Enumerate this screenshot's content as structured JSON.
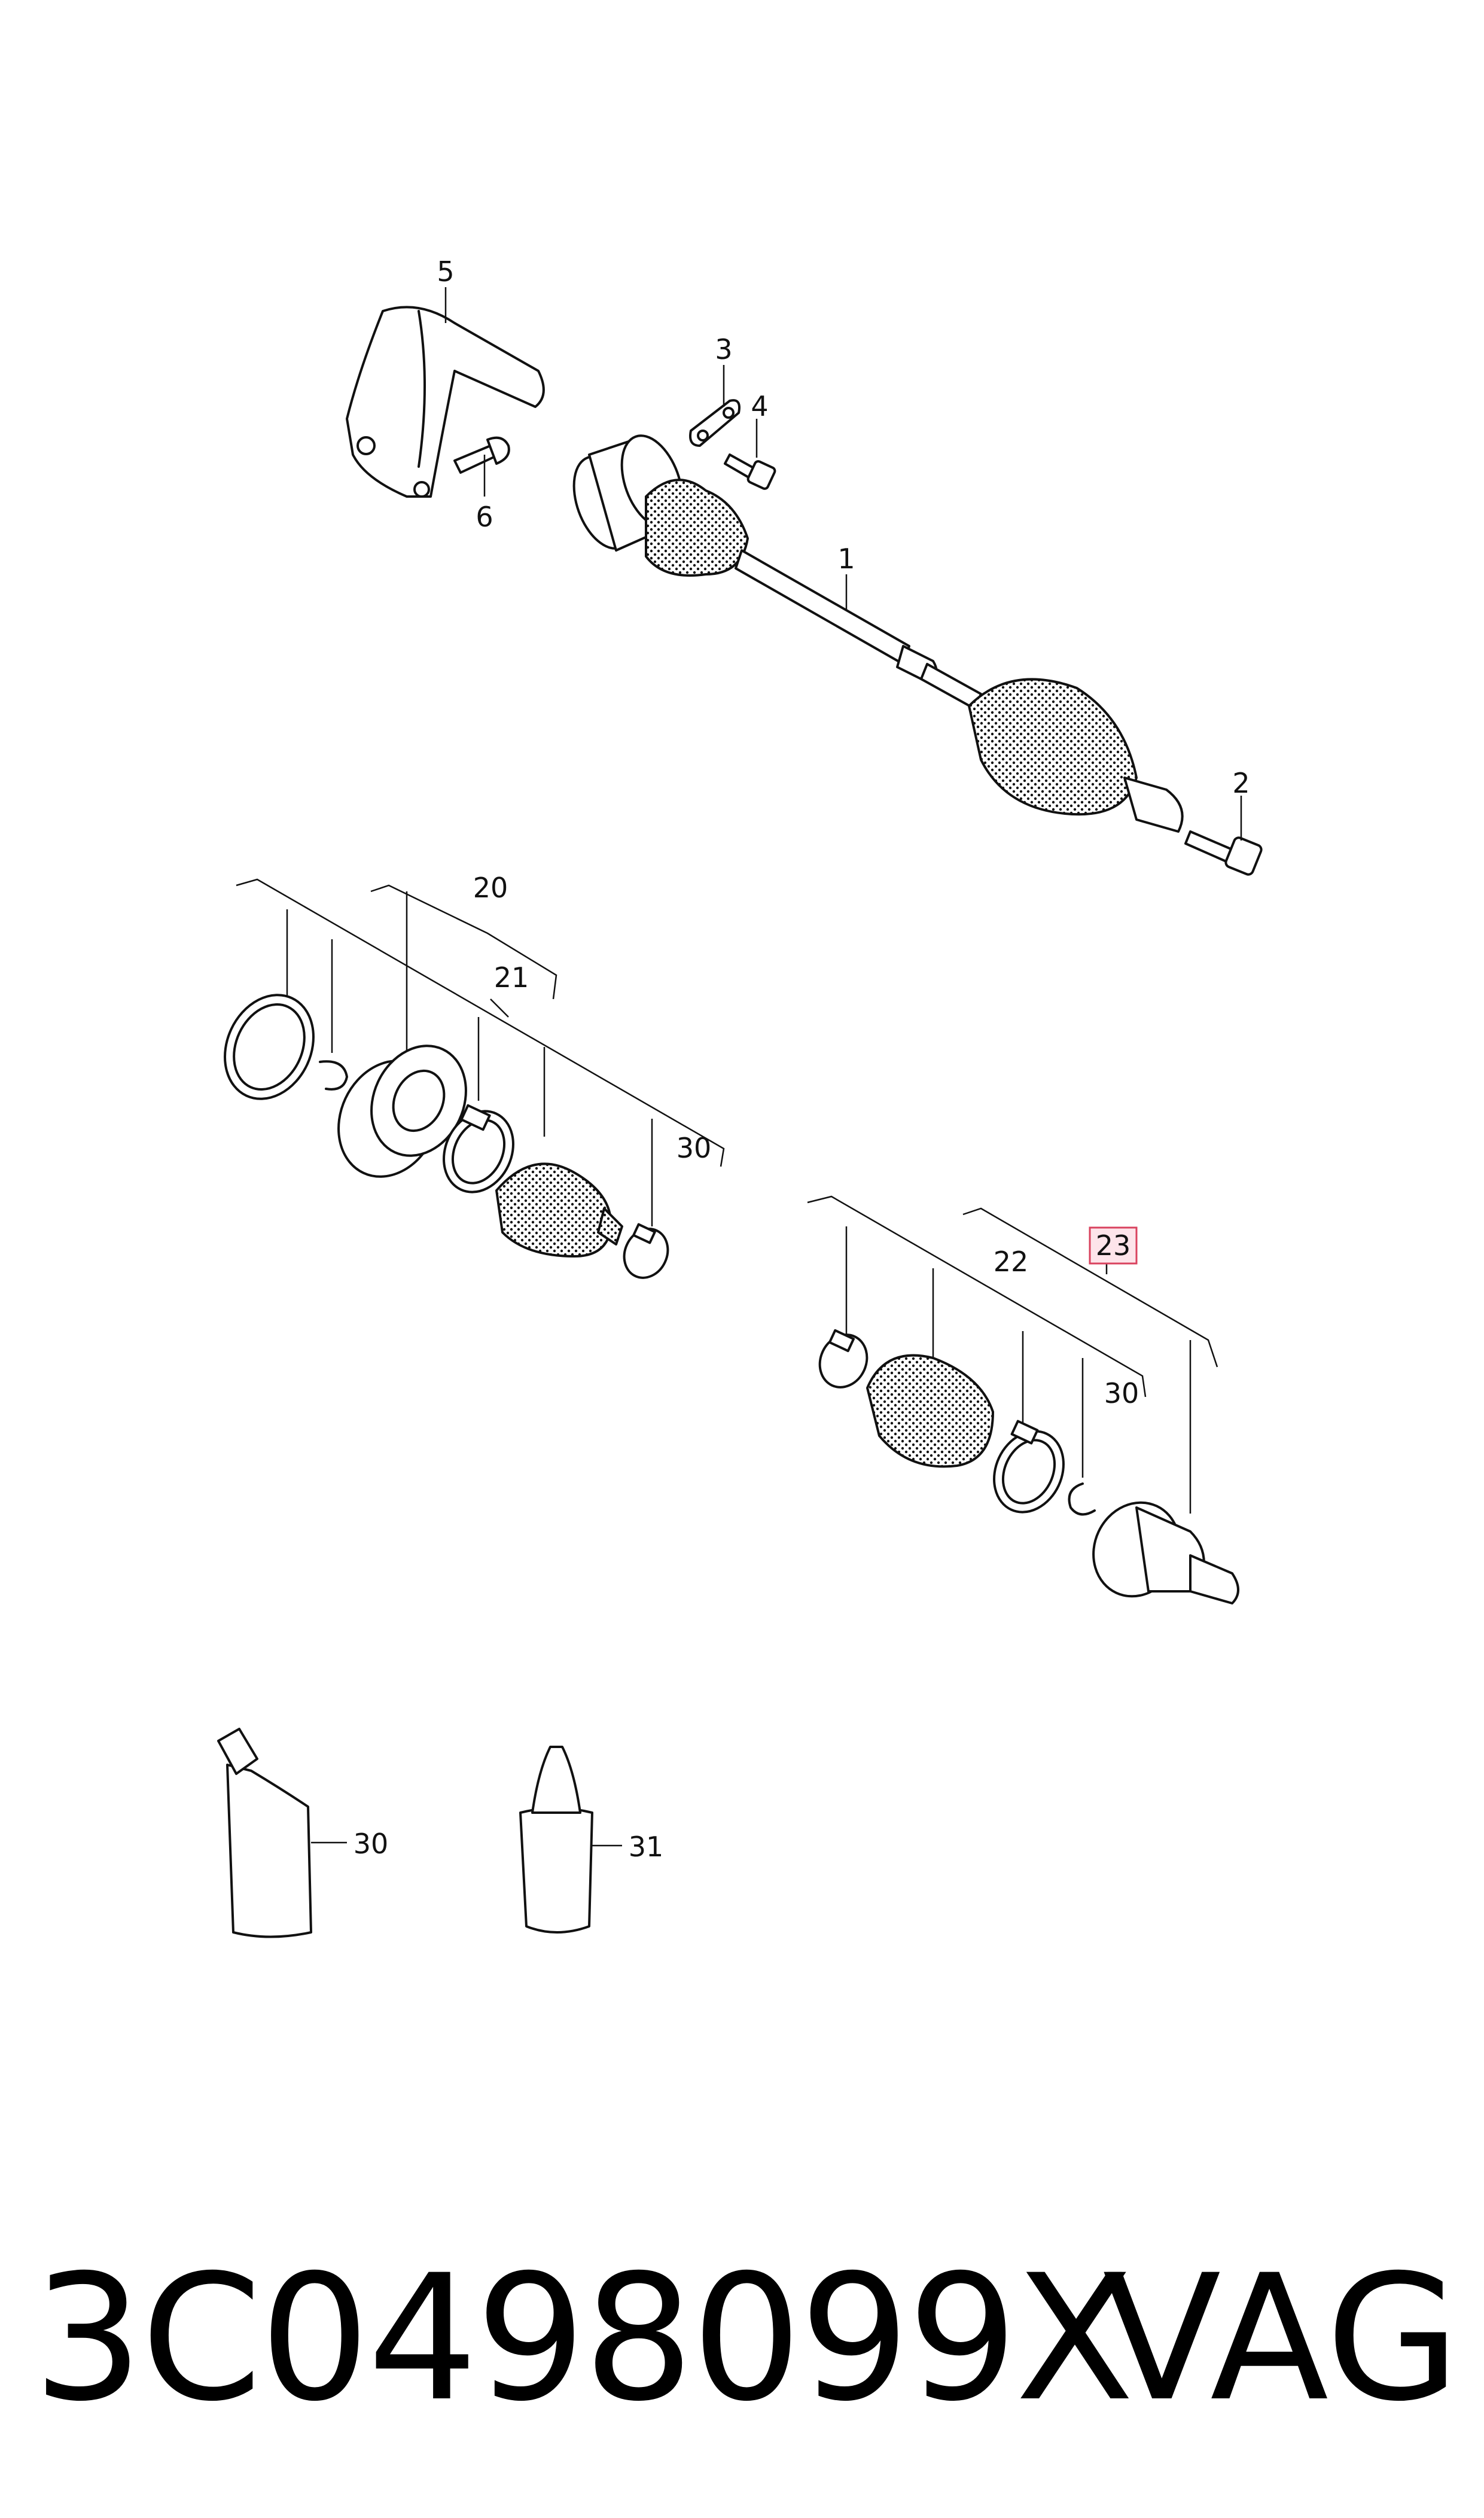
{
  "diagram": {
    "callouts": {
      "c1": "1",
      "c2": "2",
      "c3": "3",
      "c4": "4",
      "c5": "5",
      "c6": "6",
      "c20": "20",
      "c21": "21",
      "c22": "22",
      "c23": "23",
      "c30a": "30",
      "c30b": "30",
      "c30c": "30",
      "c31": "31"
    },
    "highlighted_callout": "23",
    "colors": {
      "highlight_fill": "#fde4ea",
      "highlight_stroke": "#d9435f",
      "ink": "#111111"
    }
  },
  "footer": {
    "part_number": "3C0498099X",
    "brand": "VAG"
  }
}
